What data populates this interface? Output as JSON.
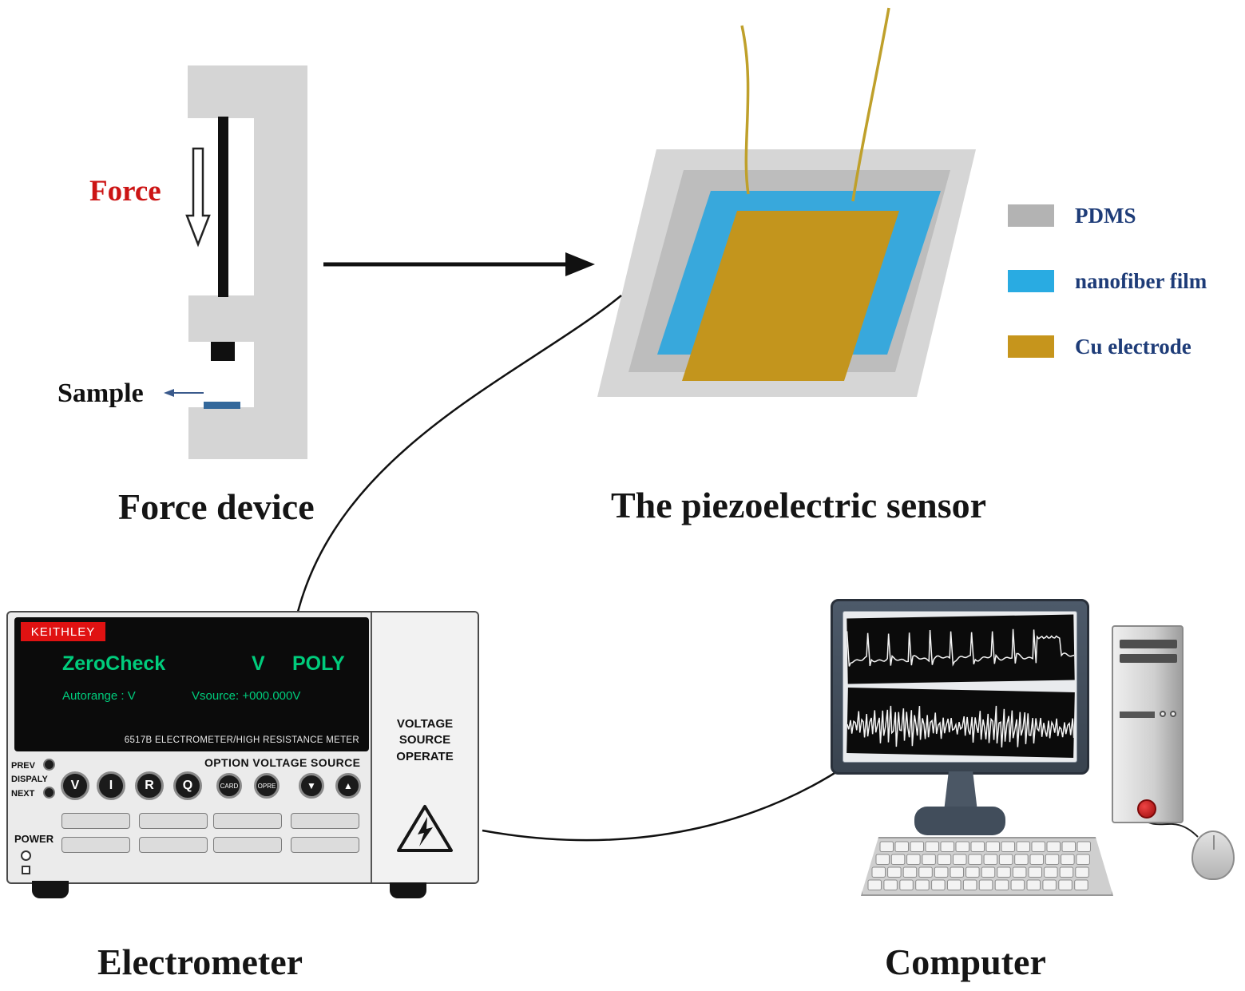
{
  "force_device": {
    "force_label": "Force",
    "sample_label": "Sample",
    "caption": "Force device"
  },
  "sensor": {
    "caption": "The piezoelectric sensor",
    "legend": [
      {
        "label": "PDMS",
        "color": "#b3b3b3"
      },
      {
        "label": "nanofiber film",
        "color": "#29abe2"
      },
      {
        "label": "Cu electrode",
        "color": "#c6951c"
      }
    ]
  },
  "colors": {
    "pdms_light": "#d6d6d6",
    "pdms_mid": "#bdbdbd",
    "film_blue": "#38a8dc",
    "cu_gold": "#c3951d",
    "wire_gold": "#bfa02b",
    "force_red": "#cc1414",
    "legend_text": "#1e3c78",
    "display_green": "#00cc7c",
    "keithley_red": "#e01212"
  },
  "electrometer": {
    "caption": "Electrometer",
    "brand": "KEITHLEY",
    "display": {
      "mode": "ZeroCheck",
      "unit": "V",
      "poly": "POLY",
      "autorange": "Autorange : V",
      "vsource": "Vsource: +000.000V",
      "model": "6517B ELECTROMETER/HIGH RESISTANCE METER"
    },
    "option_label": "OPTION VOLTAGE SOURCE",
    "nav_labels": [
      "PREV",
      "DISPALY",
      "NEXT"
    ],
    "power_label": "POWER",
    "round_buttons": [
      "V",
      "I",
      "R",
      "Q"
    ],
    "small_buttons": [
      "CARD",
      "OPRE"
    ],
    "arrow_buttons": [
      "▼",
      "▲"
    ],
    "side_panel": [
      "VOLTAGE",
      "SOURCE",
      "OPERATE"
    ]
  },
  "computer": {
    "caption": "Computer"
  }
}
